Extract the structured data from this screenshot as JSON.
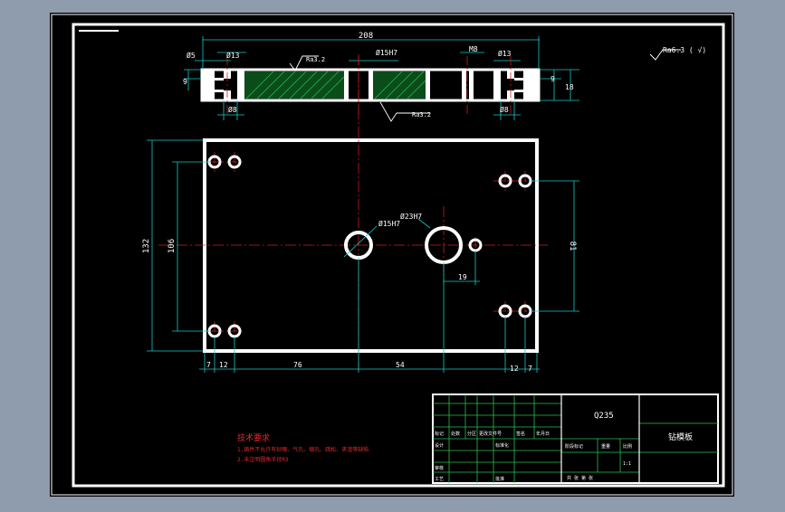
{
  "drawing": {
    "part_name": "钻模板",
    "material": "Q235",
    "scale": "1:1",
    "roughness_general": "Ra6.3 ( √)",
    "roughness_top": "Ra3.2",
    "roughness_bottom": "Ra3.2"
  },
  "dimensions": {
    "overall_length": "208",
    "left_depth": "Ø5",
    "left_cbore": "Ø13",
    "center_hole": "Ø15H7",
    "thread": "M8",
    "right_cbore": "Ø13",
    "left_thick": "9",
    "right_thick_a": "9",
    "right_thick_b": "18",
    "bottom_left_hole": "Ø8",
    "bottom_right_hole": "Ø8",
    "plan_height": "132",
    "plan_inner_height": "106",
    "right_spacing": "81",
    "hole_a": "Ø15H7",
    "hole_b": "Ø23H7",
    "offset_19": "19",
    "bottom_7_left": "7",
    "bottom_12_left": "12",
    "bottom_76": "76",
    "bottom_54": "54",
    "bottom_12_right": "12",
    "bottom_7_right": "7"
  },
  "notes": {
    "title": "技术要求",
    "line1": "1.铸件不允许有砂眼、气孔、缩孔、疏松、夹渣等缺陷",
    "line2": "2.未注明圆角半径R3"
  },
  "title_block": {
    "row_labels": [
      "标记",
      "处数",
      "分区",
      "更改文件号",
      "签名",
      "年月日"
    ],
    "design": "设计",
    "standard": "标准化",
    "review": "审核",
    "process": "工艺",
    "approve": "批准",
    "stage_mark": "阶段标记",
    "weight": "重量",
    "ratio": "比例",
    "sheets": "共 张 第 张"
  }
}
